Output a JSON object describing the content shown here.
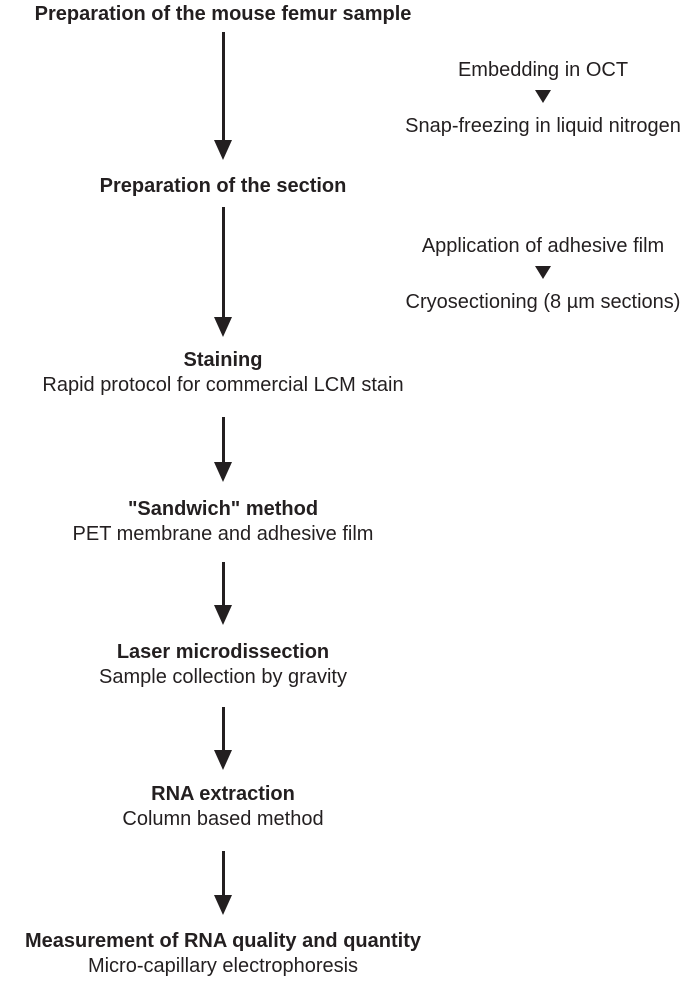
{
  "colors": {
    "ink": "#231f20",
    "background": "#ffffff"
  },
  "flow": {
    "steps": [
      {
        "title": "Preparation of the mouse femur sample"
      },
      {
        "title": "Preparation of the section"
      },
      {
        "title": "Staining",
        "subtitle": "Rapid protocol for commercial LCM stain"
      },
      {
        "title": "\"Sandwich\" method",
        "subtitle": "PET membrane and adhesive film"
      },
      {
        "title": "Laser microdissection",
        "subtitle": "Sample collection by gravity"
      },
      {
        "title": "RNA extraction",
        "subtitle": "Column based method"
      },
      {
        "title": "Measurement of RNA quality and quantity",
        "subtitle": "Micro-capillary electrophoresis"
      }
    ],
    "side_notes": [
      {
        "top": "Embedding in OCT",
        "bottom": "Snap-freezing in liquid nitrogen"
      },
      {
        "top": "Application of adhesive film",
        "bottom": "Cryosectioning (8 µm sections)"
      }
    ]
  }
}
